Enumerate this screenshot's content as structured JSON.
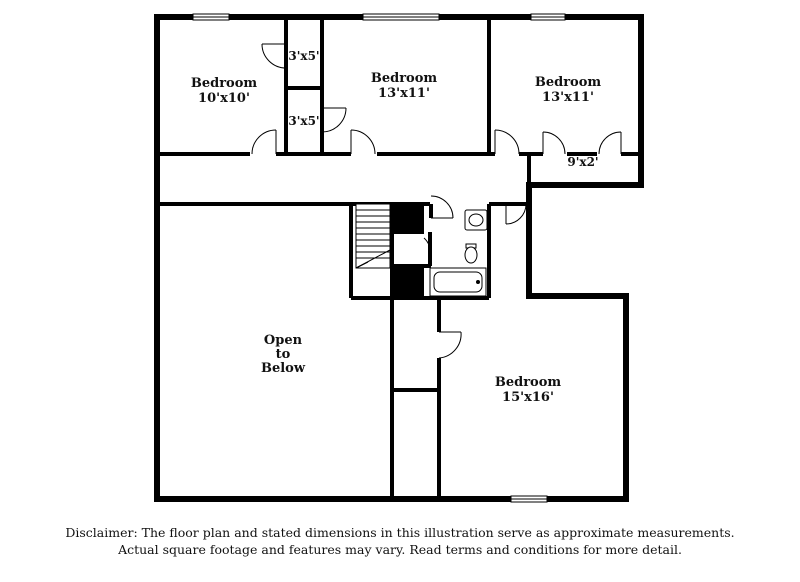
{
  "rooms": [
    {
      "id": "bedroom-nw",
      "name": "Bedroom",
      "dims": "10'x10'"
    },
    {
      "id": "bedroom-n",
      "name": "Bedroom",
      "dims": "13'x11'"
    },
    {
      "id": "bedroom-ne",
      "name": "Bedroom",
      "dims": "13'x11'"
    },
    {
      "id": "bedroom-se",
      "name": "Bedroom",
      "dims": "15'x16'"
    }
  ],
  "closets": [
    {
      "id": "closet-upper",
      "dims": "3'x5'"
    },
    {
      "id": "closet-lower",
      "dims": "3'x5'"
    },
    {
      "id": "closet-ne",
      "dims": "9'x2'"
    }
  ],
  "open_area": {
    "lines": [
      "Open",
      "to",
      "Below"
    ]
  },
  "disclaimer": {
    "line1": "Disclaimer: The floor plan and stated dimensions in this illustration serve as approximate measurements.",
    "line2": "Actual square footage and features may vary. Read terms and conditions for more detail."
  },
  "colors": {
    "wall": "#000000",
    "background": "#ffffff"
  }
}
